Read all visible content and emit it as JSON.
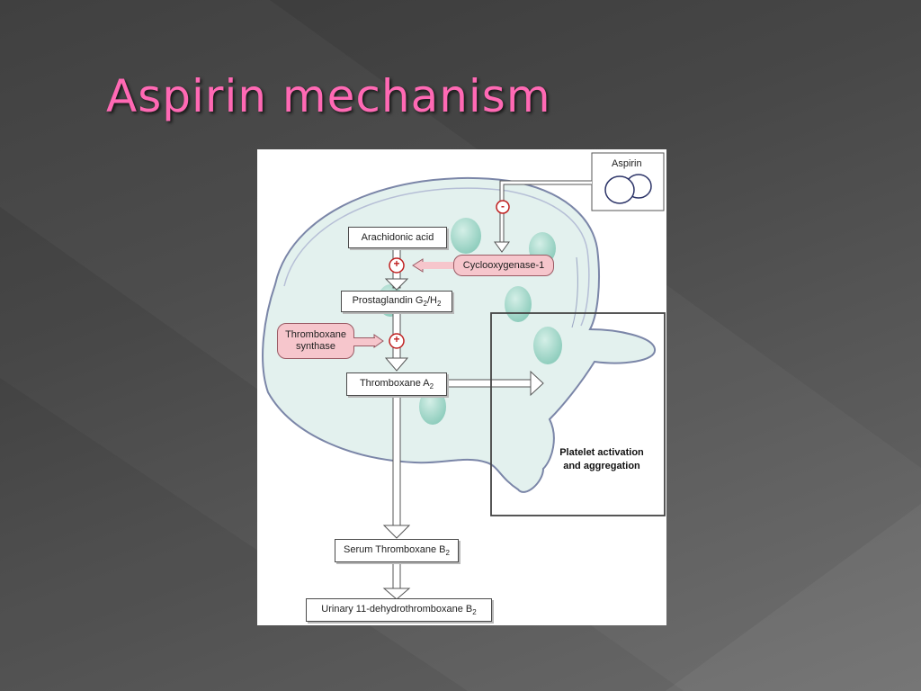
{
  "slide": {
    "title": "Aspirin mechanism"
  },
  "diagram": {
    "aspirin": "Aspirin",
    "arachidonic_acid": "Arachidonic acid",
    "cox1": "Cyclooxygenase-1",
    "pgh_prefix": "Prostaglandin G",
    "pgh_sub1": "2",
    "pgh_mid": "/H",
    "pgh_sub2": "2",
    "tx_synthase_line1": "Thromboxane",
    "tx_synthase_line2": "synthase",
    "txa2_prefix": "Thromboxane A",
    "txa2_sub": "2",
    "platelet_line1": "Platelet activation",
    "platelet_line2": "and aggregation",
    "serum_prefix": "Serum Thromboxane B",
    "serum_sub": "2",
    "urinary_prefix": "Urinary 11-dehydrothromboxane B",
    "urinary_sub": "2",
    "inhibit_symbol": "-",
    "stimulate_symbol": "+"
  },
  "colors": {
    "title": "#ff69b4",
    "cell_fill": "#e3f1ee",
    "granule": "#a9d9cc",
    "enzyme_fill": "#f6c6cc"
  }
}
